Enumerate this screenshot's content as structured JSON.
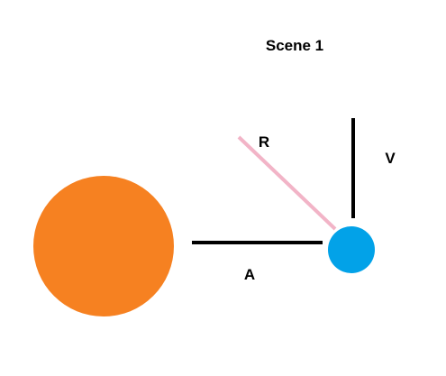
{
  "title": "Scene 1",
  "labels": {
    "r": "R",
    "v": "V",
    "a": "A"
  },
  "colors": {
    "large_body": "#F68121",
    "small_body": "#02A2E8",
    "r_line": "#F2B4C7",
    "lines": "#000000",
    "background": "#FFFFFF"
  }
}
